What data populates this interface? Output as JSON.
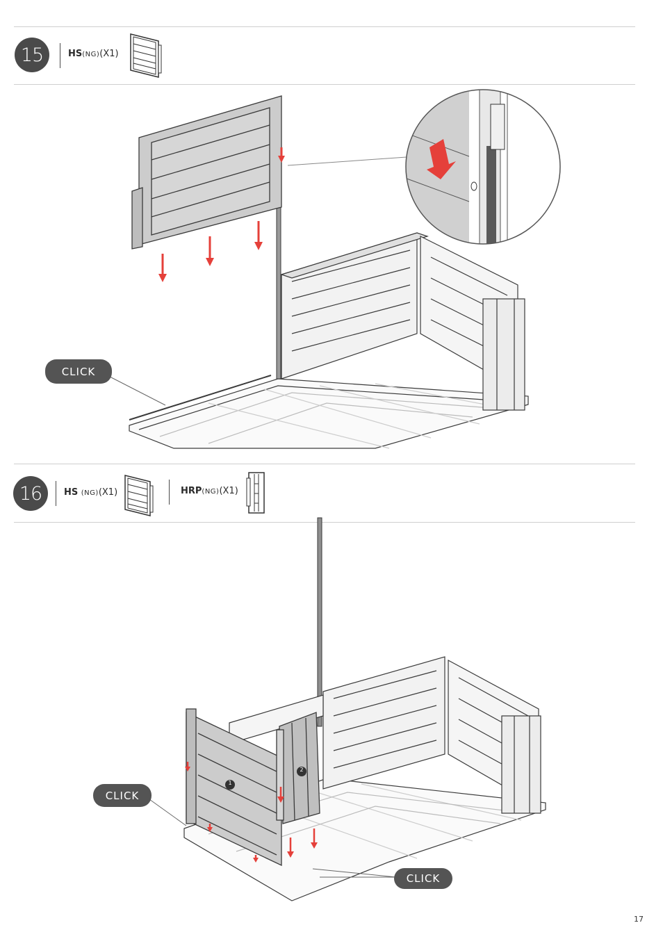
{
  "page_number": "17",
  "colors": {
    "arrow": "#e5403a",
    "panel_gray": "#cccccc",
    "outline": "#3a3a3a",
    "pill": "#545454",
    "step_circle": "#4a4a4a"
  },
  "steps": [
    {
      "number": "15",
      "parts": [
        {
          "code": "HS",
          "variant": "(NG)",
          "qty": "(X1)",
          "icon": "wall-panel-icon"
        }
      ],
      "callouts": [
        "CLICK"
      ]
    },
    {
      "number": "16",
      "parts": [
        {
          "code": "HS ",
          "variant": "(NG)",
          "qty": "(X1)",
          "icon": "wall-panel-icon"
        },
        {
          "code": "HRP",
          "variant": "(NG)",
          "qty": "(X1)",
          "icon": "rail-panel-icon"
        }
      ],
      "callouts": [
        "CLICK",
        "CLICK"
      ],
      "markers": [
        "1",
        "2"
      ]
    }
  ]
}
